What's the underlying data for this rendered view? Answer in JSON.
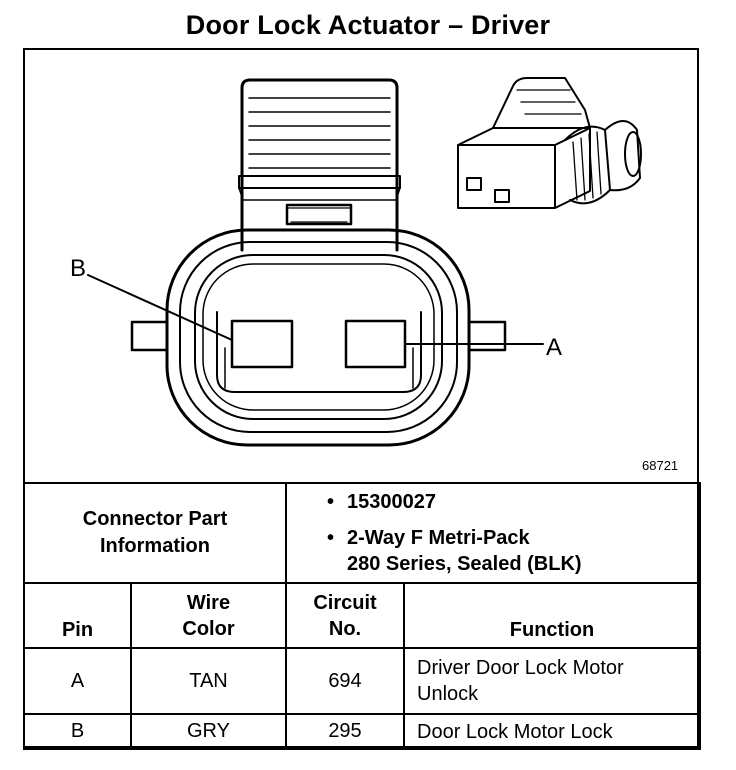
{
  "title": "Door Lock Actuator – Driver",
  "figure_number": "68721",
  "callouts": {
    "pin_b": "B",
    "pin_a": "A"
  },
  "connector_info": {
    "label_line1": "Connector Part",
    "label_line2": "Information",
    "part_number": "15300027",
    "description_line1": "2-Way F Metri-Pack",
    "description_line2": "280 Series, Sealed (BLK)",
    "bullet": "•"
  },
  "table": {
    "headers": {
      "pin": "Pin",
      "wire_color_line1": "Wire",
      "wire_color_line2": "Color",
      "circuit_line1": "Circuit",
      "circuit_line2": "No.",
      "function": "Function"
    },
    "rows": [
      {
        "pin": "A",
        "wire_color": "TAN",
        "circuit": "694",
        "function_line1": "Driver Door Lock Motor",
        "function_line2": "Unlock"
      },
      {
        "pin": "B",
        "wire_color": "GRY",
        "circuit": "295",
        "function_line1": "Door Lock Motor Lock",
        "function_line2": ""
      }
    ]
  }
}
